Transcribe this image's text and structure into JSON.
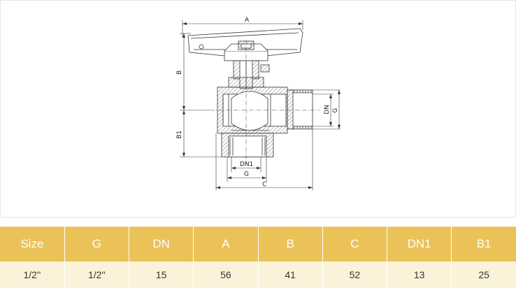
{
  "diagram": {
    "labels": {
      "a": "A",
      "b": "B",
      "b1": "B1",
      "c": "C",
      "dn": "DN",
      "g_right": "G",
      "dn1": "DN1",
      "g_bottom": "G"
    }
  },
  "table": {
    "headers": [
      "Size",
      "G",
      "DN",
      "A",
      "B",
      "C",
      "DN1",
      "B1"
    ],
    "rows": [
      [
        "1/2''",
        "1/2''",
        "15",
        "56",
        "41",
        "52",
        "13",
        "25"
      ]
    ]
  },
  "colors": {
    "header_bg": "#ebc258",
    "row_bg": "#fbf3d9",
    "line": "#333333"
  }
}
